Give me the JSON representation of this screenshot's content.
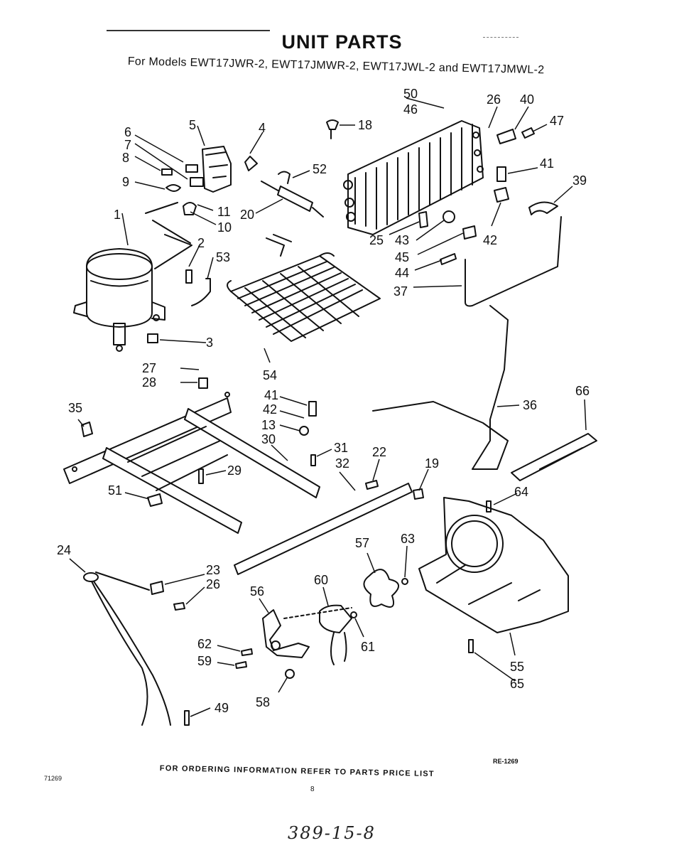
{
  "header": {
    "title": "UNIT PARTS",
    "subtitle": "For Models EWT17JWR-2, EWT17JMWR-2, EWT17JWL-2 and EWT17JMWL-2"
  },
  "footer": {
    "ordering_note": "FOR ORDERING INFORMATION REFER TO PARTS PRICE LIST",
    "code_left": "71269",
    "code_right": "RE-1269",
    "page_number": "8",
    "handwritten": "389-15-8"
  },
  "callouts": [
    "1",
    "2",
    "3",
    "4",
    "5",
    "6",
    "7",
    "8",
    "9",
    "10",
    "11",
    "13",
    "18",
    "19",
    "20",
    "22",
    "23",
    "24",
    "25",
    "26",
    "26",
    "27",
    "28",
    "29",
    "30",
    "31",
    "32",
    "35",
    "36",
    "37",
    "39",
    "40",
    "41",
    "41",
    "42",
    "42",
    "43",
    "44",
    "45",
    "46",
    "47",
    "49",
    "50",
    "51",
    "52",
    "53",
    "54",
    "55",
    "56",
    "57",
    "58",
    "59",
    "60",
    "61",
    "62",
    "63",
    "64",
    "65",
    "66"
  ]
}
